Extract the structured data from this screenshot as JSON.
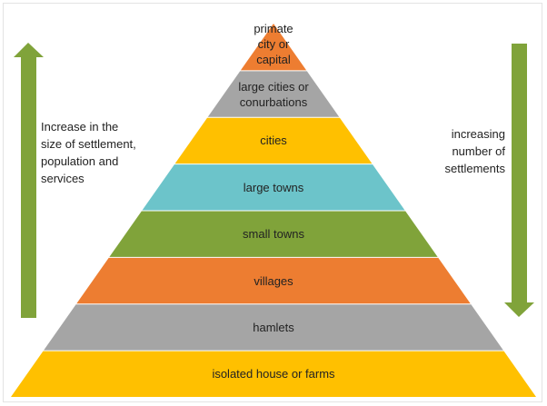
{
  "tiers": [
    {
      "label": "primate city or capital",
      "lines": [
        "primate",
        "city or",
        "capital"
      ],
      "color": "#ED7D31"
    },
    {
      "label": "large cities or conurbations",
      "lines": [
        "large cities or",
        "conurbations"
      ],
      "color": "#A5A5A5"
    },
    {
      "label": "cities",
      "lines": [
        "cities"
      ],
      "color": "#FFC000"
    },
    {
      "label": "large towns",
      "lines": [
        "large towns"
      ],
      "color": "#6CC4CA"
    },
    {
      "label": "small towns",
      "lines": [
        "small towns"
      ],
      "color": "#80A33A"
    },
    {
      "label": "villages",
      "lines": [
        "villages"
      ],
      "color": "#ED7D31"
    },
    {
      "label": "hamlets",
      "lines": [
        "hamlets"
      ],
      "color": "#A5A5A5"
    },
    {
      "label": "isolated house or farms",
      "lines": [
        "isolated house or farms"
      ],
      "color": "#FFC000"
    }
  ],
  "left_arrow": {
    "direction": "up",
    "color": "#80A33A",
    "text": [
      "Increase in the",
      "size of settlement,",
      "population and",
      "services"
    ]
  },
  "right_arrow": {
    "direction": "down",
    "color": "#80A33A",
    "text": [
      "increasing",
      "number of",
      "settlements"
    ]
  }
}
